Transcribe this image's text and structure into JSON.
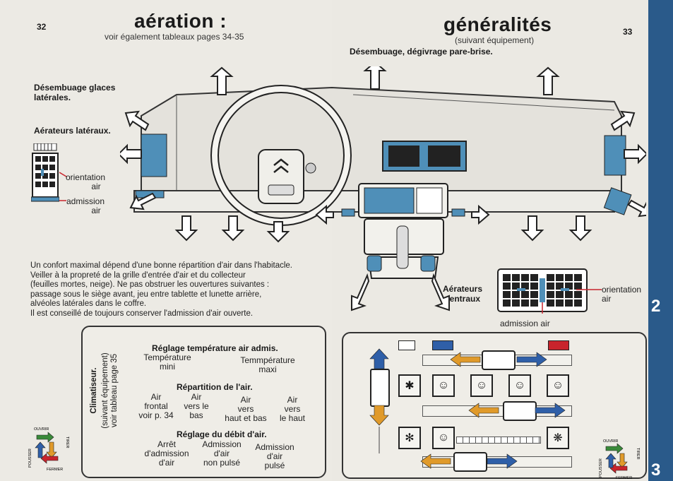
{
  "left": {
    "page_number": "32",
    "title": "aération :",
    "subtitle": "voir également tableaux pages 34-35",
    "section_demisting_lateral": "Désembuage glaces latérales.",
    "section_lateral_vents": "Aérateurs latéraux.",
    "label_orientation": "orientation",
    "label_orientation_2": "air",
    "label_admission": "admission",
    "label_admission_2": "air",
    "paragraph": [
      "Un confort maximal dépend d'une bonne répartition d'air dans l'habitacle.",
      "Veiller à la propreté de la grille d'entrée d'air et du collecteur",
      "(feuilles mortes, neige). Ne pas obstruer les ouvertures suivantes :",
      "passage sous le siège avant, jeu entre tablette et lunette arrière,",
      "alvéoles latérales dans le coffre.",
      "Il est conseillé de toujours conserver l'admission d'air ouverte."
    ],
    "panel": {
      "vertical_title": "Climatiseur.",
      "vertical_sub1": "(suivant équipement)",
      "vertical_sub2": "voir tableau page 35",
      "temp_heading": "Réglage température air admis.",
      "temp_min": [
        "Température",
        "mini"
      ],
      "temp_max": [
        "Temmpérature",
        "maxi"
      ],
      "repart_heading": "Répartition de l'air.",
      "repart_cols": [
        [
          "Air",
          "frontal",
          "voir p. 34"
        ],
        [
          "Air",
          "vers le",
          "bas"
        ],
        [
          "Air",
          "vers",
          "haut et bas"
        ],
        [
          "Air",
          "vers",
          "le haut"
        ]
      ],
      "debit_heading": "Réglage du débit d'air.",
      "debit_cols": [
        [
          "Arrêt",
          "d'admission",
          "d'air"
        ],
        [
          "Admission",
          "d'air",
          "non pulsé"
        ],
        [
          "Admission",
          "d'air",
          "pulsé"
        ]
      ],
      "legend_ouvrir": "OUVRIR",
      "legend_tirer": "TIRER",
      "legend_fermer": "FERMER",
      "legend_pousser": "POUSSER"
    }
  },
  "right": {
    "title": "généralités",
    "subtitle": "(suivant équipement)",
    "page_number": "33",
    "section_windscreen": "Désembuage, dégivrage pare-brise.",
    "section_central": "Aérateurs",
    "section_central_2": "centraux",
    "label_orientation": "orientation",
    "label_orientation_2": "air",
    "label_admission": "admission air",
    "legend_ouvrir": "OUVRIR",
    "legend_tirer": "TIRER",
    "legend_fermer": "FERMER",
    "legend_pousser": "POUSSER"
  },
  "tabs": {
    "tab_2": "2",
    "tab_3": "3"
  },
  "colors": {
    "vent_blue": "#4f8fb8",
    "arrow_blue": "#2f5fa8",
    "arrow_orange": "#e09a2a",
    "red": "#c8242c",
    "green": "#3a8a3a",
    "tab_blue": "#2a5a8a"
  }
}
